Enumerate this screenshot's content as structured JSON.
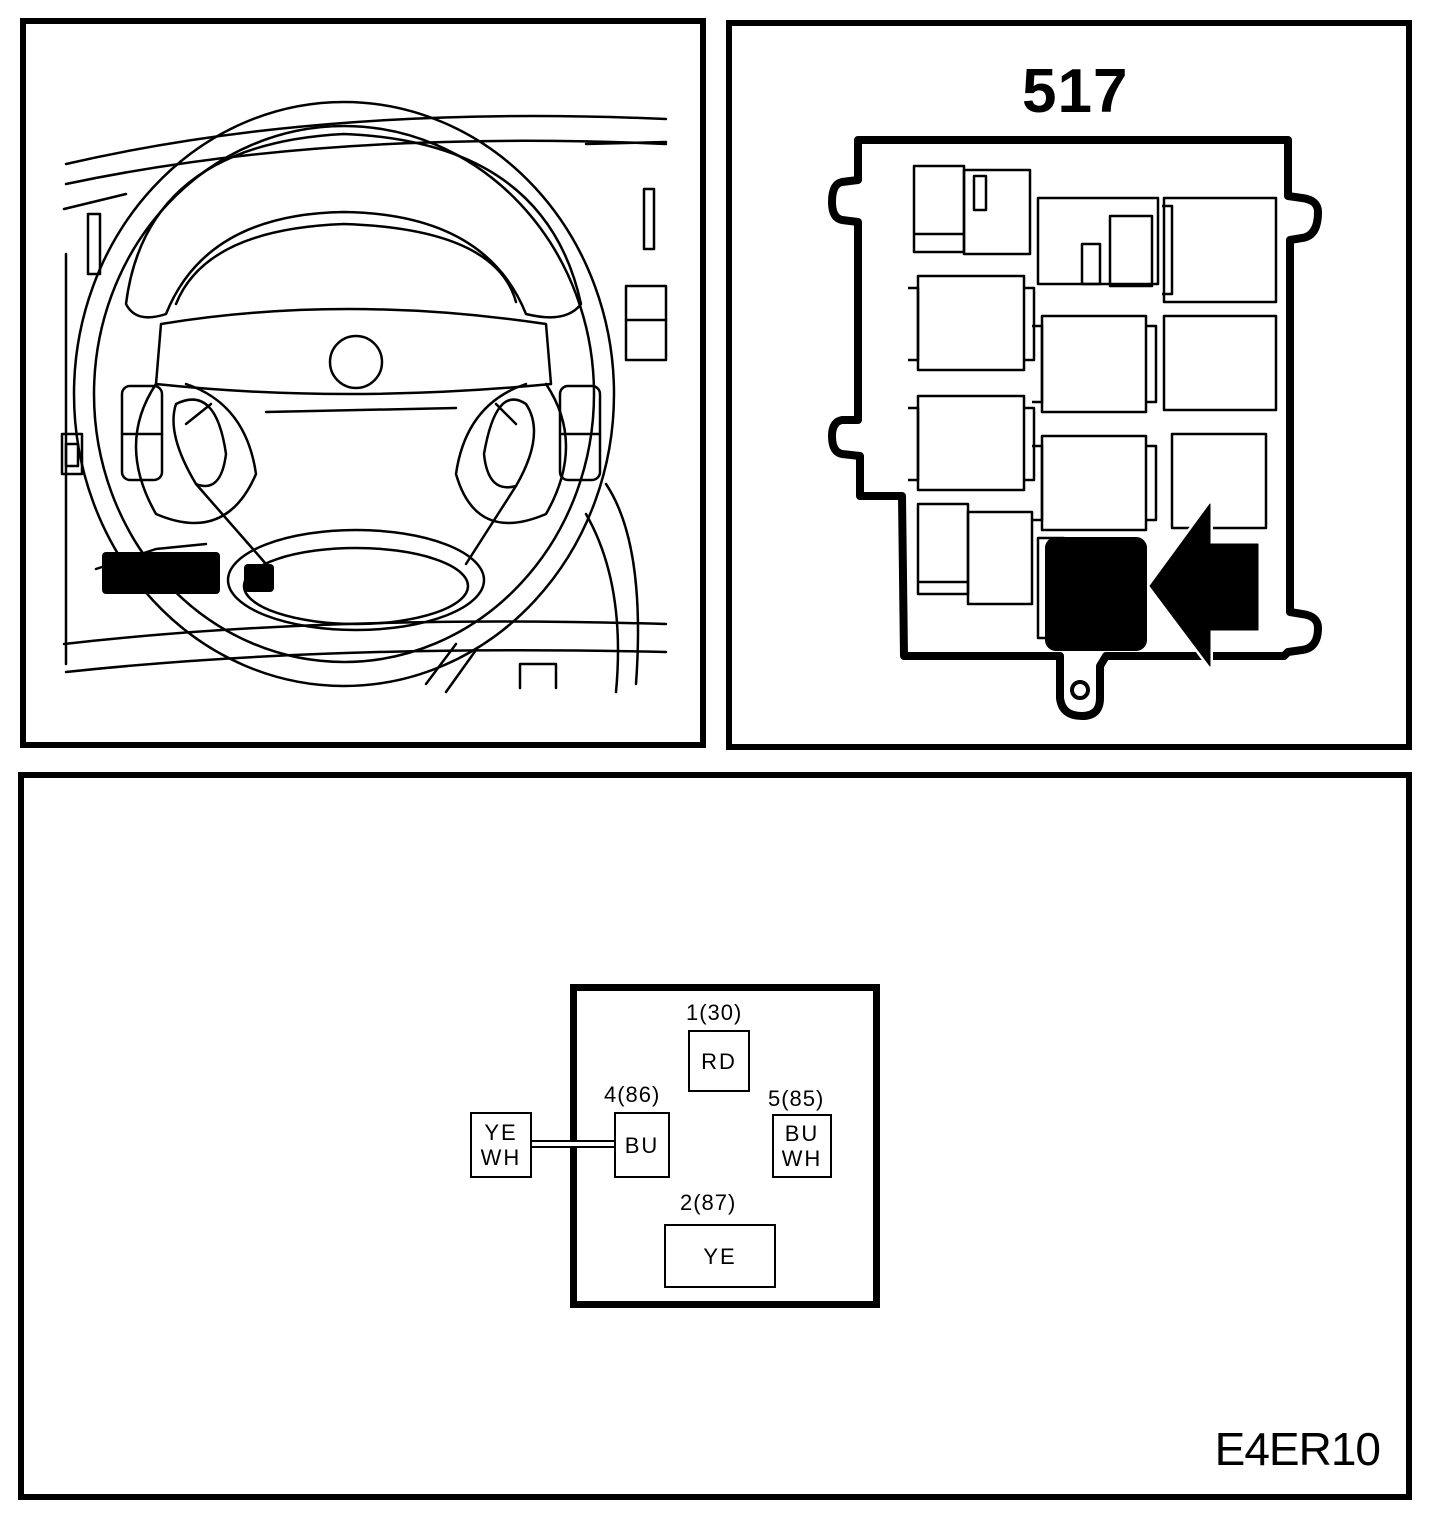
{
  "fusebox": {
    "title": "517"
  },
  "connector": {
    "pins": [
      {
        "id": "pin-1",
        "number": "1(30)",
        "color": "RD"
      },
      {
        "id": "pin-4",
        "number": "4(86)",
        "color": "BU"
      },
      {
        "id": "pin-5",
        "number": "5(85)",
        "color_line1": "BU",
        "color_line2": "WH"
      },
      {
        "id": "pin-2",
        "number": "2(87)",
        "color": "YE"
      }
    ],
    "external_wire": {
      "color_line1": "YE",
      "color_line2": "WH"
    }
  },
  "reference_code": "E4ER10"
}
